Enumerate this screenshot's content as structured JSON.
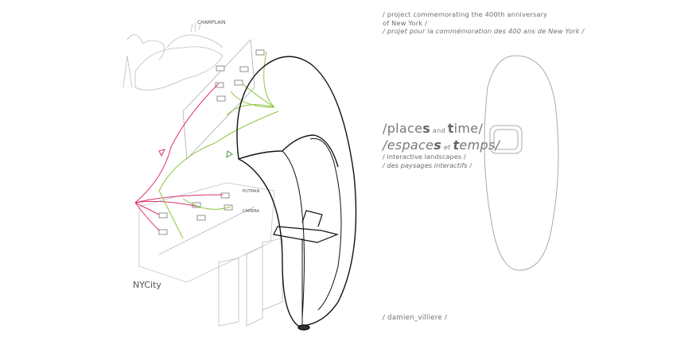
{
  "intro": {
    "line1": "/ project commemorating the 400th anniversary",
    "line2": "of New York /",
    "line3": "/ projet pour la commémoration des 400 ans de New York /"
  },
  "headline": {
    "en_pre": "/place",
    "en_s": "s",
    "en_and": " and ",
    "en_t": "t",
    "en_post": "ime/",
    "fr_pre": "/espace",
    "fr_s": "s",
    "fr_et": " et ",
    "fr_t": "t",
    "fr_post": "emps/"
  },
  "subtitle": {
    "en": "/ interactive landscapes /",
    "fr": "/ des paysages interactifs /"
  },
  "author": "/ damien_villiere /",
  "sketch_labels": [
    "CHAMPLAIN",
    "PUTMAN",
    "CAMERA",
    "NYCity"
  ],
  "colors": {
    "text": "#6f6f6f",
    "red_cable": "#e0306a",
    "green_cable": "#8dc63f"
  }
}
